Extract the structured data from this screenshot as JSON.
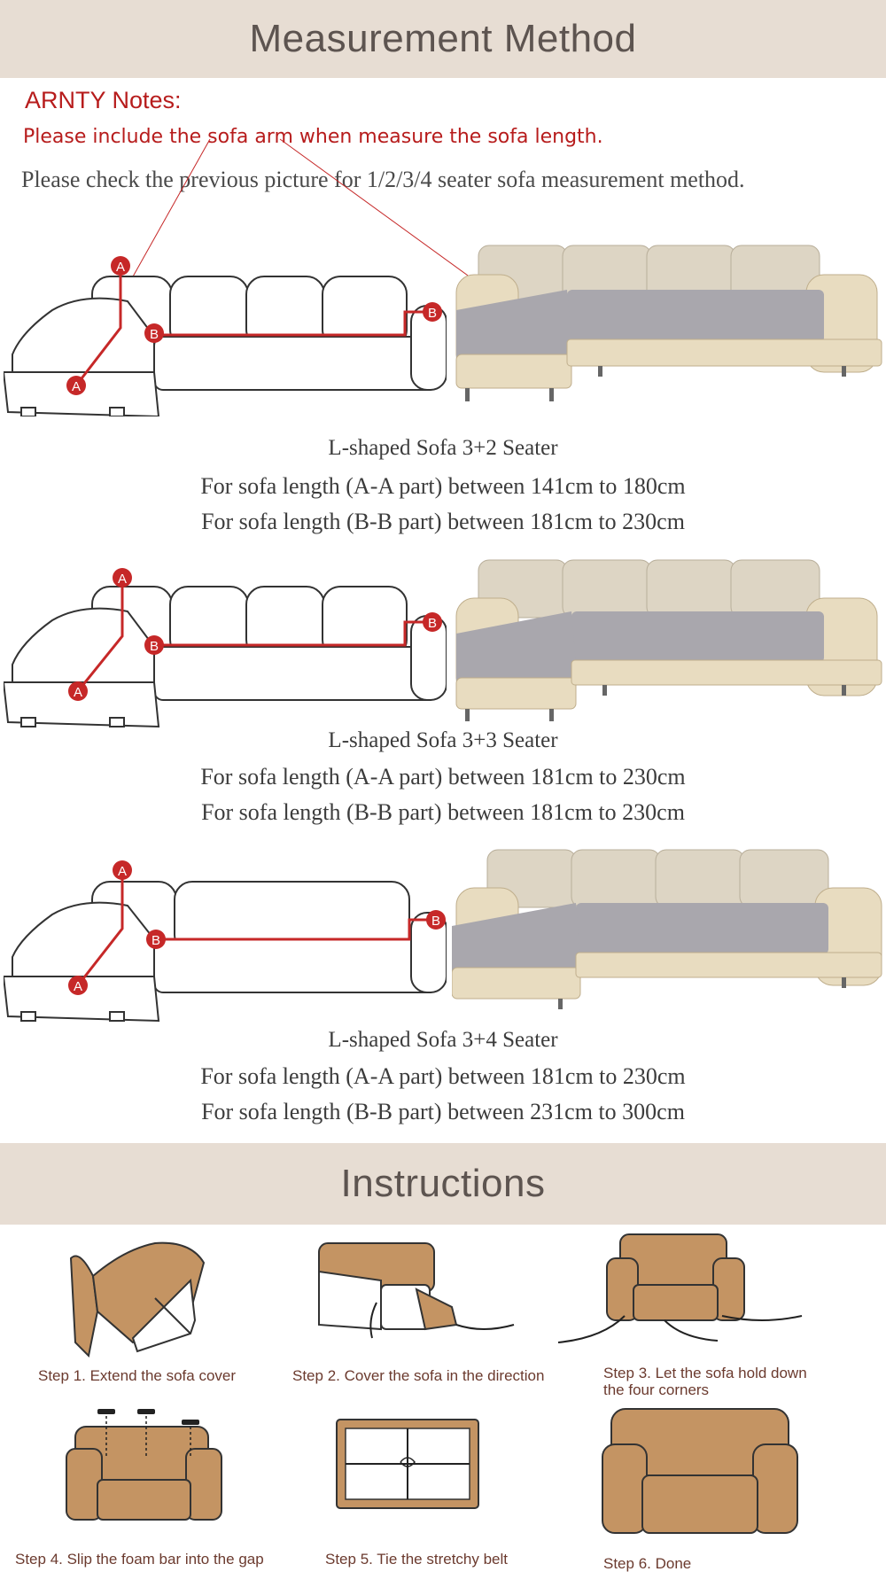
{
  "header": {
    "title": "Measurement Method"
  },
  "notes": {
    "title": "ARNTY Notes:",
    "arm_note": "Please include the sofa arm when measure the sofa length.",
    "check_note": "Please check the previous picture for 1/2/3/4 seater sofa measurement method."
  },
  "sections": [
    {
      "name": "L-shaped Sofa 3+2 Seater",
      "aa": "For sofa length (A-A part) between 141cm to 180cm",
      "bb": "For sofa length (B-B part) between 181cm to 230cm"
    },
    {
      "name": "L-shaped Sofa 3+3 Seater",
      "aa": "For sofa length (A-A part) between 181cm to 230cm",
      "bb": "For sofa length (B-B part) between 181cm to 230cm"
    },
    {
      "name": "L-shaped Sofa 3+4 Seater",
      "aa": "For sofa length (A-A part) between 181cm to 230cm",
      "bb": "For sofa length (B-B part) between 231cm to 300cm"
    }
  ],
  "markers": {
    "a": "A",
    "b": "B"
  },
  "instructions": {
    "title": "Instructions",
    "steps": [
      "Step 1. Extend the sofa cover",
      "Step 2. Cover the sofa in the direction",
      "Step 3. Let the sofa hold down the four corners",
      "Step 4. Slip the foam bar into the gap",
      "Step 5. Tie the stretchy belt",
      "Step 6. Done"
    ]
  },
  "colors": {
    "banner": "#e7ddd3",
    "accent_red": "#b71c1c",
    "cover_brown": "#c49463",
    "sofa_frame": "#e8dcc0",
    "cushion_gray": "#a9a7ad"
  }
}
